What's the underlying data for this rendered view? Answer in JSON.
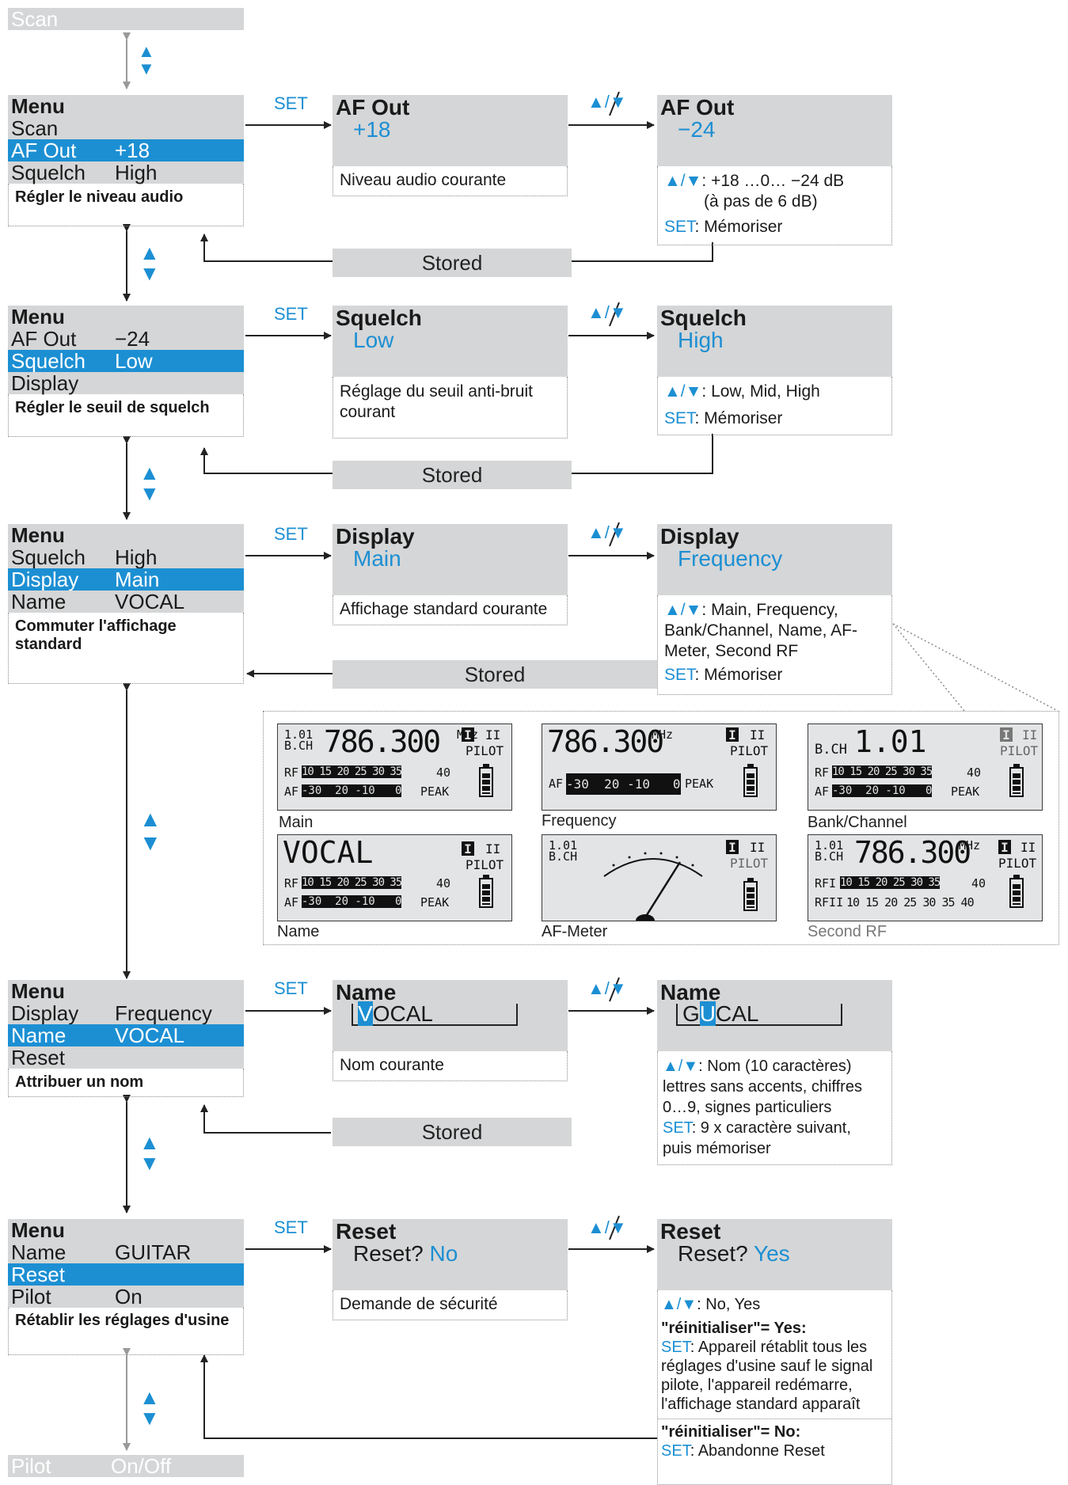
{
  "colors": {
    "accent": "#1c8fd3",
    "panel_gray": "#d5d6d7"
  },
  "common": {
    "set": "SET",
    "updown": "▲/▼",
    "stored": "Stored",
    "menu": "Menu"
  },
  "top": {
    "label": "Scan"
  },
  "bottom": {
    "label": "Pilot",
    "value": "On/Off"
  },
  "af": {
    "menu": {
      "r1": "Scan",
      "r2k": "AF Out",
      "r2v": "+18",
      "r3k": "Squelch",
      "r3v": "High",
      "cap": "Régler le niveau audio"
    },
    "cur": {
      "title": "AF Out",
      "value": "+18",
      "desc": "Niveau audio courante"
    },
    "adj": {
      "title": "AF Out",
      "value": "−24",
      "l1": ": +18 …0… −24 dB",
      "l2": "(à pas de 6 dB)",
      "l3": ": Mémoriser"
    }
  },
  "sq": {
    "menu": {
      "r1k": "AF Out",
      "r1v": "−24",
      "r2k": "Squelch",
      "r2v": "Low",
      "r3": "Display",
      "cap": "Régler le seuil de squelch"
    },
    "cur": {
      "title": "Squelch",
      "value": "Low",
      "desc": "Réglage du seuil anti-bruit courant"
    },
    "adj": {
      "title": "Squelch",
      "value": "High",
      "l1": ": Low, Mid, High",
      "l2": ": Mémoriser"
    }
  },
  "disp": {
    "menu": {
      "r1k": "Squelch",
      "r1v": "High",
      "r2k": "Display",
      "r2v": "Main",
      "r3k": "Name",
      "r3v": "VOCAL",
      "cap": "Commuter l'affichage standard"
    },
    "cur": {
      "title": "Display",
      "value": "Main",
      "desc": "Affichage standard courante"
    },
    "adj": {
      "title": "Display",
      "value": "Frequency",
      "l1": ": Main, Frequency,",
      "l2": "Bank/Channel, Name, AF-",
      "l3": "Meter, Second RF",
      "l4": ": Mémoriser"
    }
  },
  "lcd": {
    "ch": "1.01",
    "bch": "B.CH",
    "freq": "786.300",
    "mhz": "MHz",
    "one": "I",
    "two": "II",
    "pilot": "PILOT",
    "rf": "RF",
    "rf_scale": "10 15 20 25 30 35",
    "forty": "40",
    "af": "AF",
    "af_scale": "-30  20 -10   0",
    "peak": "PEAK",
    "name": "VOCAL",
    "rf1": "RFI",
    "rf2": "RFII",
    "rf2_scale": "10 15 20 25 30 35 40",
    "captions": [
      "Main",
      "Frequency",
      "Bank/Channel",
      "Name",
      "AF-Meter",
      "Second RF"
    ]
  },
  "nm": {
    "menu": {
      "r1k": "Display",
      "r1v": "Frequency",
      "r2k": "Name",
      "r2v": "VOCAL",
      "r3": "Reset",
      "cap": "Attribuer un nom"
    },
    "cur": {
      "title": "Name",
      "cursor": "V",
      "rest": "OCAL",
      "desc": "Nom courante"
    },
    "adj": {
      "title": "Name",
      "pre": "G",
      "cursor": "U",
      "rest": "CAL",
      "l1": ": Nom (10 caractères)",
      "l2": "lettres sans accents, chiffres",
      "l3": "0…9, signes particuliers",
      "l4": ": 9 x caractère suivant,",
      "l5": "puis mémoriser"
    }
  },
  "rs": {
    "menu": {
      "r1k": "Name",
      "r1v": "GUITAR",
      "r2": "Reset",
      "r3k": "Pilot",
      "r3v": "On",
      "cap": "Rétablir les réglages d'usine"
    },
    "cur": {
      "title": "Reset",
      "q": "Reset?",
      "a": "No",
      "desc": "Demande de sécurité"
    },
    "adj": {
      "title": "Reset",
      "q": "Reset?",
      "a": "Yes",
      "l1": ": No, Yes",
      "yes_h": "\"réinitialiser\"= Yes:",
      "yes_t": ": Appareil rétablit tous les réglages d'usine sauf le signal pilote, l'appareil redémarre, l'affichage standard apparaît",
      "no_h": "\"réinitialiser\"= No:",
      "no_t": ": Abandonne Reset"
    }
  }
}
